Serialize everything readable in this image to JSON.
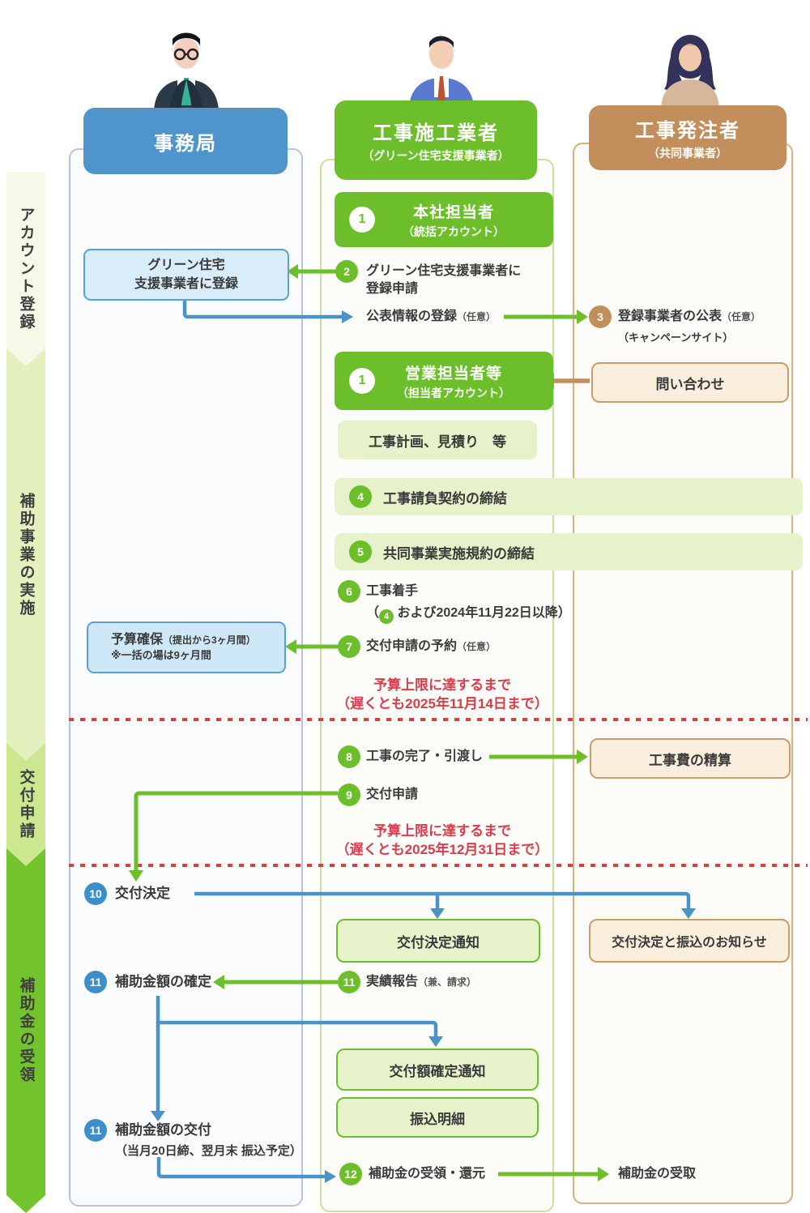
{
  "palette": {
    "blue": "#4f95cc",
    "green": "#6cbf2b",
    "tan": "#c28f5c",
    "light_green_fill": "#e7f4cb",
    "blue_fill": "#d9ecfa",
    "tan_fill": "#faeedd",
    "red": "#dc3c49",
    "circle_blue": "#3d8fc9"
  },
  "sidebar": {
    "phases": [
      {
        "label": "アカウント登録"
      },
      {
        "label": "補助事業の実施"
      },
      {
        "label": "交付申請"
      },
      {
        "label": "補助金の受領"
      }
    ]
  },
  "actors": [
    {
      "title": "事務局",
      "subtitle": ""
    },
    {
      "title": "工事施工業者",
      "subtitle": "（グリーン住宅支援事業者）"
    },
    {
      "title": "工事発注者",
      "subtitle": "（共同事業者）"
    }
  ],
  "office": {
    "register_box": {
      "line1": "グリーン住宅",
      "line2": "支援事業者に登録"
    },
    "budget_box": {
      "title": "予算確保",
      "note": "（提出から3ヶ月間）",
      "sub": "※一括の場は9ヶ月間"
    },
    "step10": {
      "num": "10",
      "label": "交付決定"
    },
    "step11a": {
      "num": "11",
      "label": "補助金額の確定"
    },
    "step11b": {
      "num": "11",
      "label": "補助金額の交付",
      "sub": "（当月20日締、翌月末 振込予定）"
    }
  },
  "contractor": {
    "head_office_box": {
      "num": "1",
      "title": "本社担当者",
      "sub": "（統括アカウント）"
    },
    "step2": {
      "num": "2",
      "line1": "グリーン住宅支援事業者に",
      "line2": "登録申請"
    },
    "publish": {
      "label": "公表情報の登録",
      "note": "（任意）"
    },
    "sales_box": {
      "num": "1",
      "title": "営業担当者等",
      "sub": "（担当者アカウント）"
    },
    "plan_box": {
      "label": "工事計画、見積り　等"
    },
    "bar4": {
      "num": "4",
      "label": "工事請負契約の締結"
    },
    "bar5": {
      "num": "5",
      "label": "共同事業実施規約の締結"
    },
    "step6": {
      "num": "6",
      "label": "工事着手",
      "sub_open": "（",
      "inline_num": "4",
      "sub_rest": "および2024年11月22日以降）"
    },
    "step7": {
      "num": "7",
      "label": "交付申請の予約",
      "note": "（任意）"
    },
    "deadline1": {
      "line1": "予算上限に達するまで",
      "line2": "（遅くとも2025年11月14日まで）"
    },
    "step8": {
      "num": "8",
      "label": "工事の完了・引渡し"
    },
    "step9": {
      "num": "9",
      "label": "交付申請"
    },
    "deadline2": {
      "line1": "予算上限に達するまで",
      "line2": "（遅くとも2025年12月31日まで）"
    },
    "grant_notice_box": {
      "label": "交付決定通知"
    },
    "step11": {
      "num": "11",
      "label": "実績報告",
      "note": "（兼、請求）"
    },
    "amount_notice_box": {
      "label": "交付額確定通知"
    },
    "transfer_detail_box": {
      "label": "振込明細"
    },
    "step12": {
      "num": "12",
      "label": "補助金の受領・還元"
    }
  },
  "orderer": {
    "step3": {
      "num": "3",
      "label": "登録事業者の公表",
      "note": "（任意）",
      "sub": "（キャンペーンサイト）"
    },
    "inquiry_box": {
      "label": "問い合わせ"
    },
    "settlement_box": {
      "label": "工事費の精算"
    },
    "decision_box": {
      "label": "交付決定と振込のお知らせ"
    },
    "receive": {
      "label": "補助金の受取"
    }
  }
}
